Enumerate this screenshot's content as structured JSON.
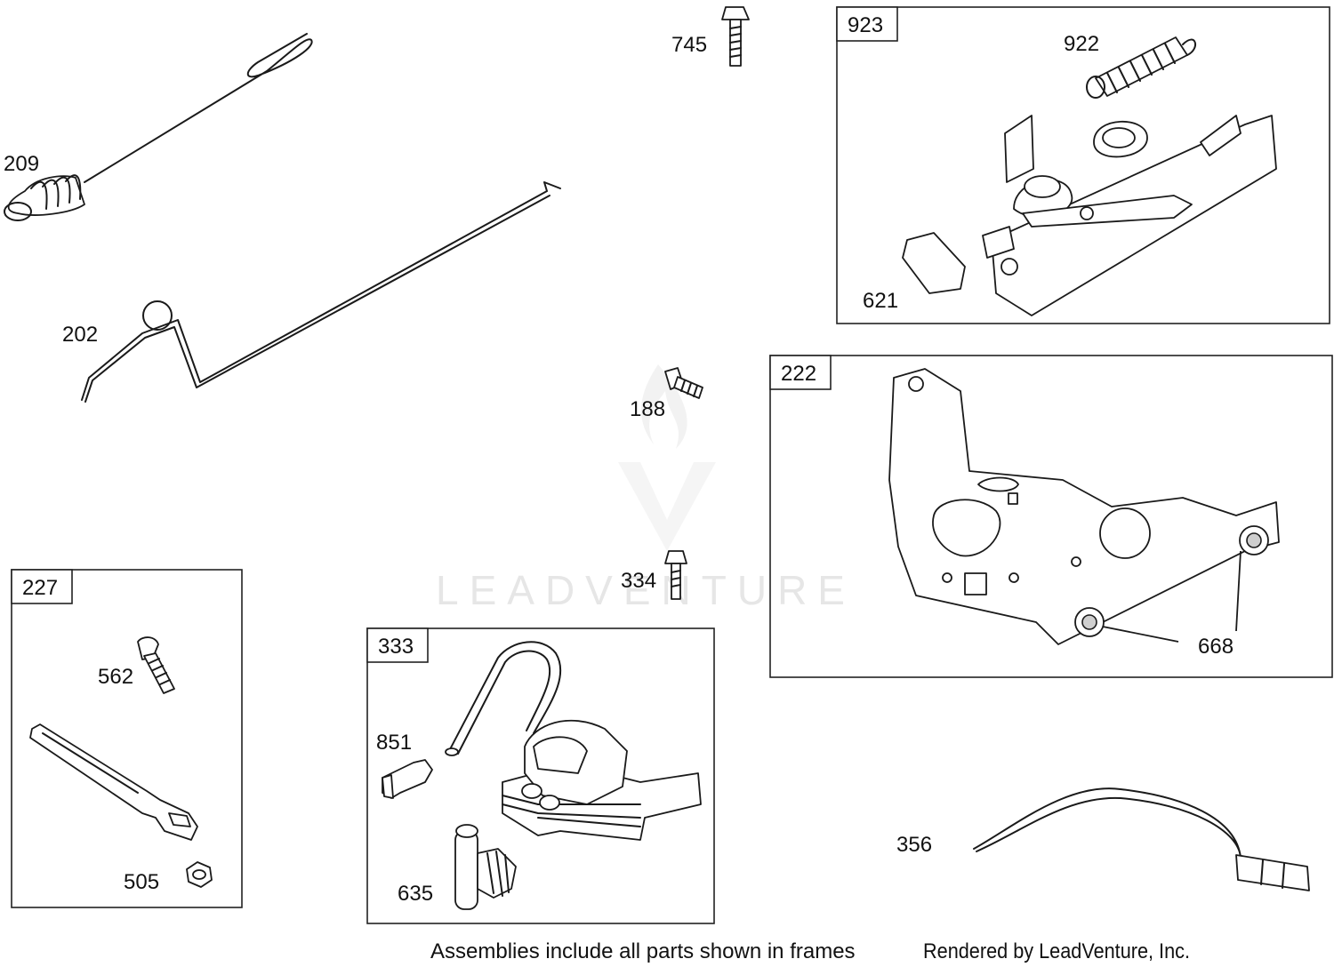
{
  "parts": {
    "p209": "209",
    "p202": "202",
    "p745": "745",
    "p188": "188",
    "p334": "334",
    "p923": "923",
    "p922": "922",
    "p621": "621",
    "p222": "222",
    "p668": "668",
    "p227": "227",
    "p562": "562",
    "p505": "505",
    "p333": "333",
    "p851": "851",
    "p635": "635",
    "p356": "356"
  },
  "watermark": "LEADVENTURE",
  "footer": {
    "note": "Assemblies include all parts shown in frames",
    "credit": "Rendered by LeadVenture, Inc."
  }
}
